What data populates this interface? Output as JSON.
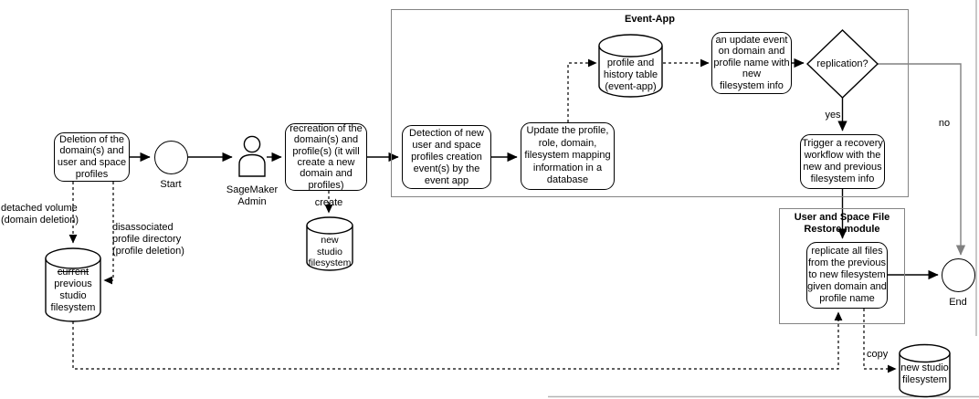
{
  "diagram": {
    "containers": {
      "event_app": "Event-App",
      "restore": "User and Space File\nRestore module"
    },
    "nodes": {
      "deletion": "Deletion of the\ndomain(s) and\nuser and space\nprofiles",
      "recreation": "recreation of the\ndomain(s) and\nprofile(s) (it will\ncreate a new\ndomain and\nprofiles)",
      "detection": "Detection of new\nuser and space\nprofiles creation\nevent(s) by the\nevent app",
      "update_db": "Update the profile,\nrole, domain,\nfilesystem mapping\ninformation in a\ndatabase",
      "history_table": "profile and\nhistory table\n(event-app)",
      "update_event": "an update event\non domain and\nprofile name with\nnew\nfilesystem info",
      "replication": "replication?",
      "trigger": "Trigger a recovery\nworkflow with the\nnew and previous\nfilesystem info",
      "replicate": "replicate all files\nfrom the previous\nto new filesystem\ngiven domain and\nprofile name",
      "prev_fs_struck": "current",
      "prev_fs_rest": "\nprevious\nstudio\nfilesystem",
      "new_fs_create": "new\nstudio\nfilesystem",
      "new_fs_copy": "new studio\nfilesystem"
    },
    "labels": {
      "start": "Start",
      "end": "End",
      "admin": "SageMaker\nAdmin",
      "create": "create",
      "yes": "yes",
      "no": "no",
      "copy": "copy",
      "detached": "detached volume\n(domain deletion)",
      "disassociated": "disassociated\nprofile directory\n(profile deletion)"
    },
    "colors": {
      "shape_stroke": "#000000",
      "container_stroke": "#848484",
      "no_edge": "#808080",
      "page_border": "#b5b5b5",
      "fill": "#ffffff"
    }
  }
}
